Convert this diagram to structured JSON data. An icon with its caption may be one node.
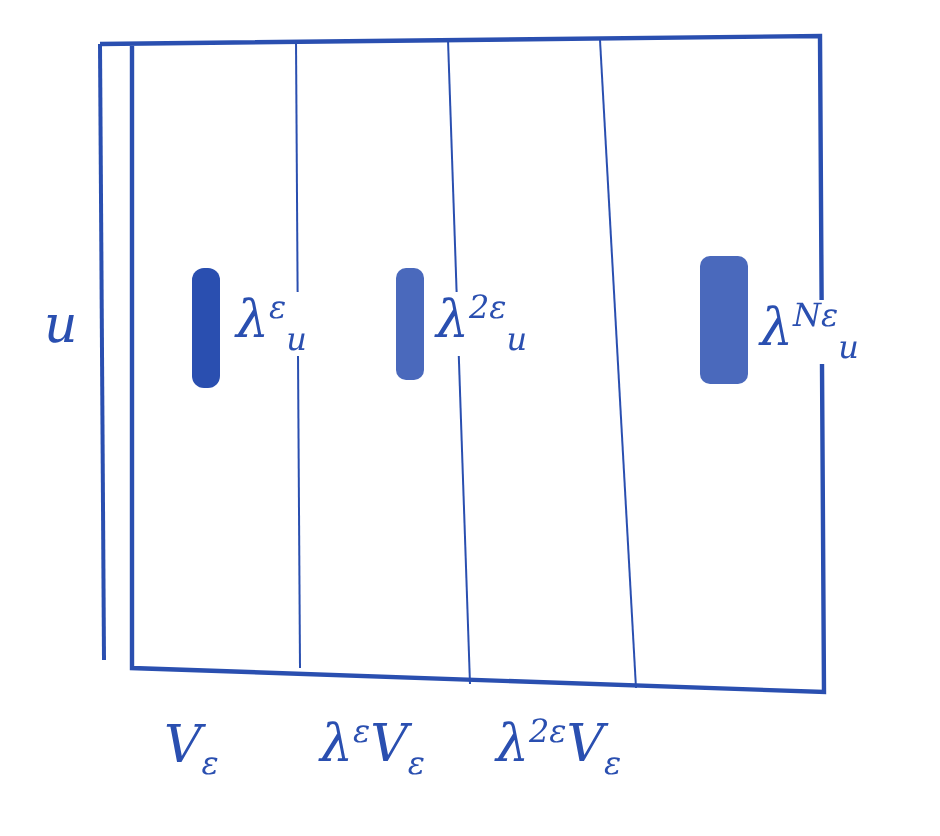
{
  "diagram": {
    "labels": [
      "u",
      "λ$^{ε}$$_{u}$",
      "λ$^{2ε}$$_{u}$",
      "λ$^{Nε}$$_{u}$",
      "V$_{ε}$",
      "λ$^{ε}$V$_{ε}$",
      "λ$^{2ε}$V$_{ε}$"
    ]
  }
}
